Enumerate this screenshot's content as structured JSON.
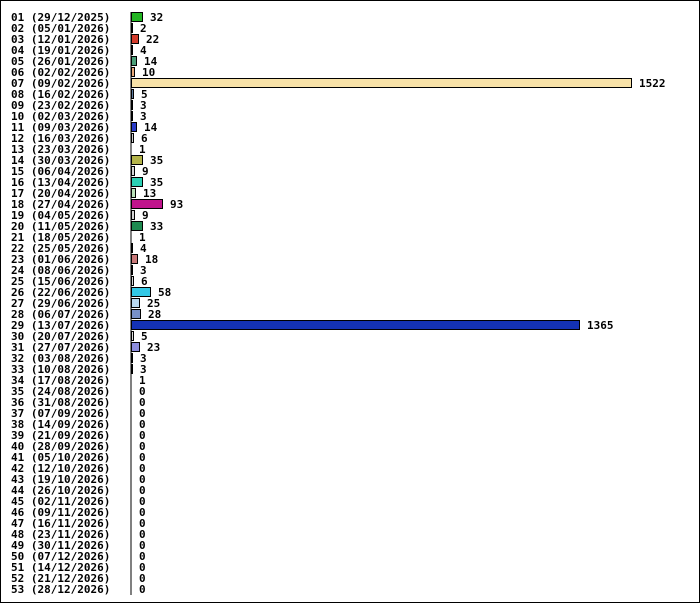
{
  "chart_data": {
    "type": "bar",
    "orientation": "horizontal",
    "categories": [
      "01 (29/12/2025)",
      "02 (05/01/2026)",
      "03 (12/01/2026)",
      "04 (19/01/2026)",
      "05 (26/01/2026)",
      "06 (02/02/2026)",
      "07 (09/02/2026)",
      "08 (16/02/2026)",
      "09 (23/02/2026)",
      "10 (02/03/2026)",
      "11 (09/03/2026)",
      "12 (16/03/2026)",
      "13 (23/03/2026)",
      "14 (30/03/2026)",
      "15 (06/04/2026)",
      "16 (13/04/2026)",
      "17 (20/04/2026)",
      "18 (27/04/2026)",
      "19 (04/05/2026)",
      "20 (11/05/2026)",
      "21 (18/05/2026)",
      "22 (25/05/2026)",
      "23 (01/06/2026)",
      "24 (08/06/2026)",
      "25 (15/06/2026)",
      "26 (22/06/2026)",
      "27 (29/06/2026)",
      "28 (06/07/2026)",
      "29 (13/07/2026)",
      "30 (20/07/2026)",
      "31 (27/07/2026)",
      "32 (03/08/2026)",
      "33 (10/08/2026)",
      "34 (17/08/2026)",
      "35 (24/08/2026)",
      "36 (31/08/2026)",
      "37 (07/09/2026)",
      "38 (14/09/2026)",
      "39 (21/09/2026)",
      "40 (28/09/2026)",
      "41 (05/10/2026)",
      "42 (12/10/2026)",
      "43 (19/10/2026)",
      "44 (26/10/2026)",
      "45 (02/11/2026)",
      "46 (09/11/2026)",
      "47 (16/11/2026)",
      "48 (23/11/2026)",
      "49 (30/11/2026)",
      "50 (07/12/2026)",
      "51 (14/12/2026)",
      "52 (21/12/2026)",
      "53 (28/12/2026)"
    ],
    "values": [
      32,
      2,
      22,
      4,
      14,
      10,
      1522,
      5,
      3,
      3,
      14,
      6,
      1,
      35,
      9,
      35,
      13,
      93,
      9,
      33,
      1,
      4,
      18,
      3,
      6,
      58,
      25,
      28,
      1365,
      5,
      23,
      3,
      3,
      1,
      0,
      0,
      0,
      0,
      0,
      0,
      0,
      0,
      0,
      0,
      0,
      0,
      0,
      0,
      0,
      0,
      0,
      0,
      0
    ],
    "colors": [
      "#22b422",
      "#e6e6e6",
      "#d23c2c",
      "#7a7a7a",
      "#4a9e78",
      "#e8a878",
      "#f8e2a8",
      "#5a7aa0",
      "#e0e0e0",
      "#e0e0e0",
      "#2a3cc8",
      "#d0d0d0",
      "#e0e0e0",
      "#b4b44a",
      "#d6d6d6",
      "#2ad0b4",
      "#b8e0b8",
      "#c0148c",
      "#d6d6d6",
      "#1e8a50",
      "#e0e0e0",
      "#c8c8c8",
      "#c87878",
      "#e0e0e0",
      "#d6d6d6",
      "#32c8e6",
      "#b8d8f0",
      "#7890c8",
      "#1432b4",
      "#e0e0e0",
      "#8c8cdc",
      "#e0e0e0",
      "#e0e0e0",
      "#e0e0e0",
      "#ffffff",
      "#ffffff",
      "#ffffff",
      "#ffffff",
      "#ffffff",
      "#ffffff",
      "#ffffff",
      "#ffffff",
      "#ffffff",
      "#ffffff",
      "#ffffff",
      "#ffffff",
      "#ffffff",
      "#ffffff",
      "#ffffff",
      "#ffffff",
      "#ffffff",
      "#ffffff",
      "#ffffff"
    ],
    "xlim": [
      0,
      1522
    ],
    "grid": false,
    "legend": "none",
    "title": "",
    "xlabel": "",
    "ylabel": ""
  }
}
